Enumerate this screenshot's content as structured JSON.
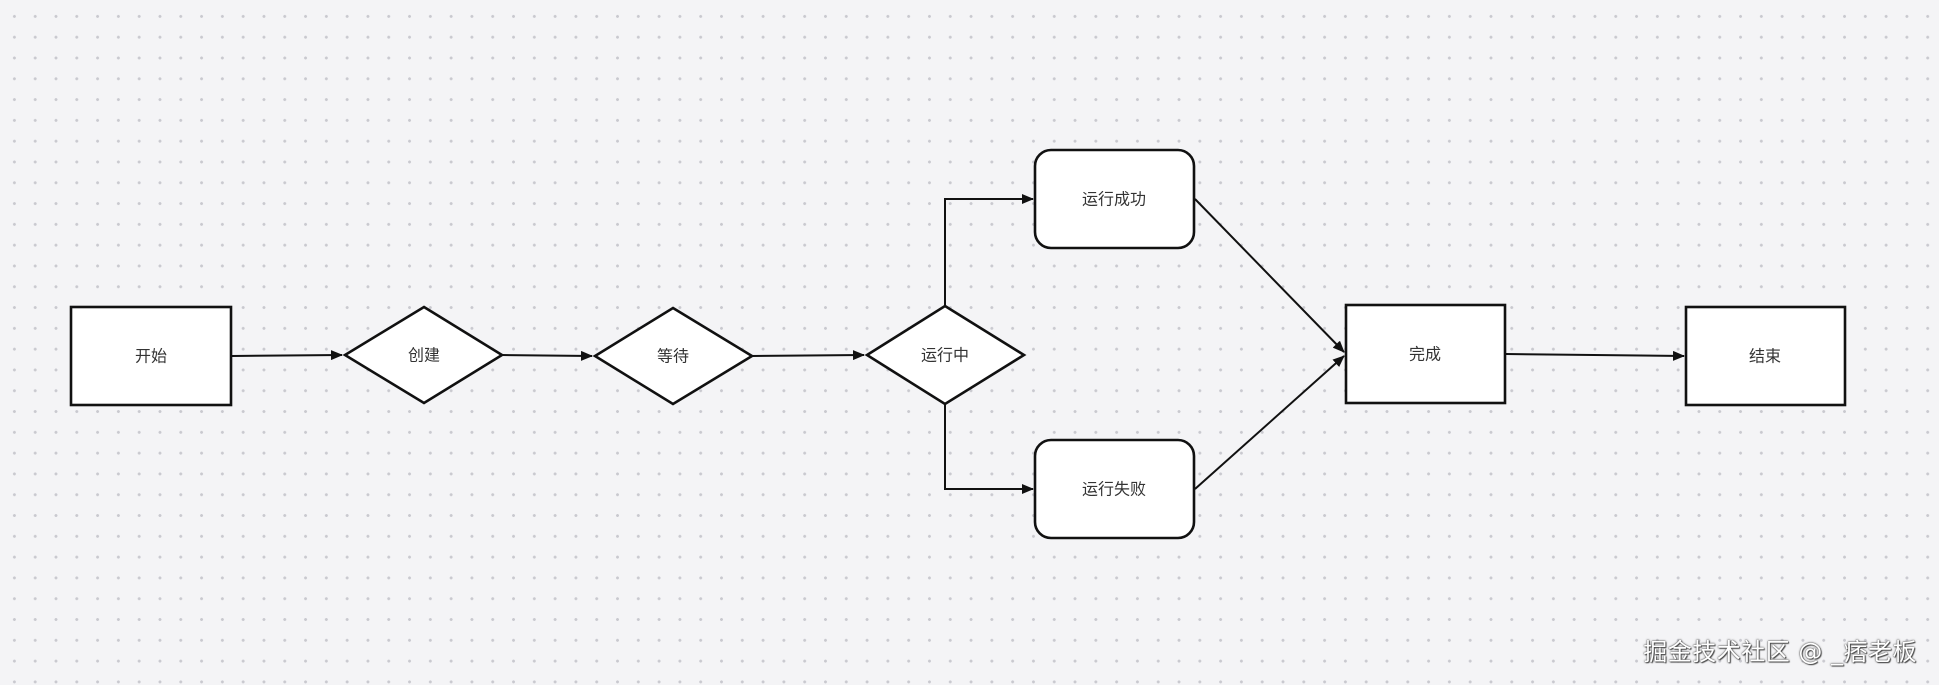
{
  "diagram": {
    "nodes": [
      {
        "id": "start",
        "label": "开始",
        "shape": "rect"
      },
      {
        "id": "create",
        "label": "创建",
        "shape": "diamond"
      },
      {
        "id": "wait",
        "label": "等待",
        "shape": "diamond"
      },
      {
        "id": "running",
        "label": "运行中",
        "shape": "diamond"
      },
      {
        "id": "success",
        "label": "运行成功",
        "shape": "rounded-rect"
      },
      {
        "id": "failure",
        "label": "运行失败",
        "shape": "rounded-rect"
      },
      {
        "id": "done",
        "label": "完成",
        "shape": "rect"
      },
      {
        "id": "end",
        "label": "结束",
        "shape": "rect"
      }
    ],
    "edges": [
      {
        "from": "start",
        "to": "create"
      },
      {
        "from": "create",
        "to": "wait"
      },
      {
        "from": "wait",
        "to": "running"
      },
      {
        "from": "running",
        "to": "success"
      },
      {
        "from": "running",
        "to": "failure"
      },
      {
        "from": "success",
        "to": "done"
      },
      {
        "from": "failure",
        "to": "done"
      },
      {
        "from": "done",
        "to": "end"
      }
    ]
  },
  "watermark": "掘金技术社区 @ _痞老板",
  "colors": {
    "background": "#f4f4f6",
    "stroke": "#111111",
    "node_fill": "#ffffff",
    "label": "#333333"
  }
}
